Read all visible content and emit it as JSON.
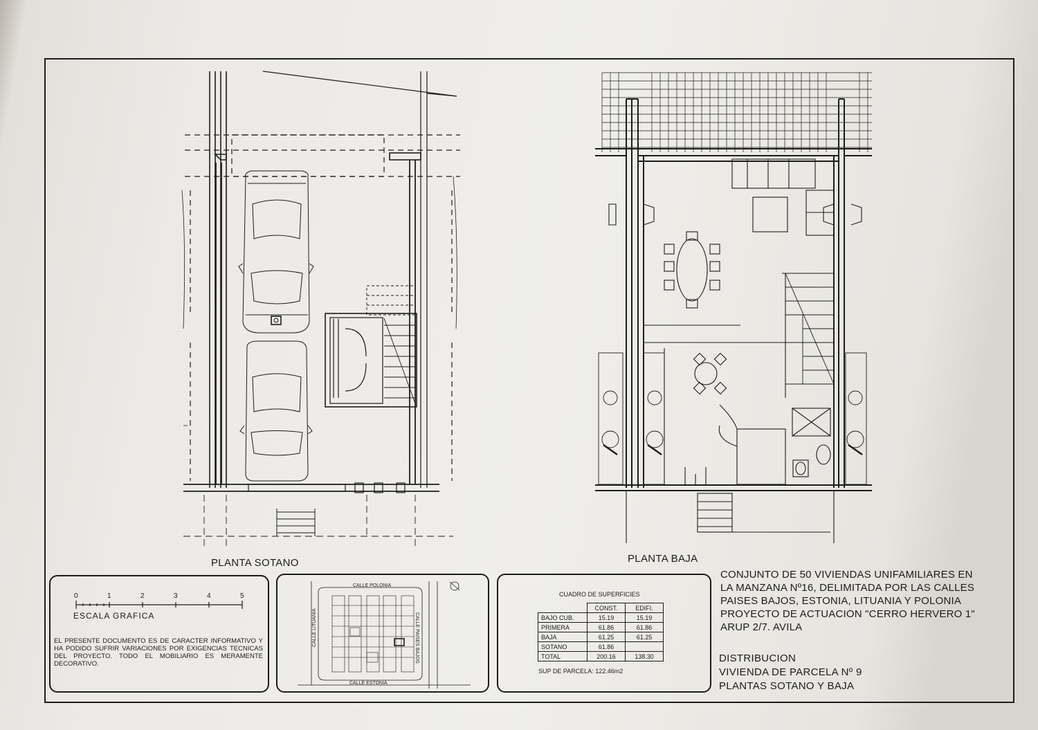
{
  "plans": {
    "sotano_label": "PLANTA SOTANO",
    "baja_label": "PLANTA BAJA"
  },
  "scale": {
    "ticks": [
      "0",
      "1",
      "2",
      "3",
      "4",
      "5"
    ],
    "label": "ESCALA GRAFICA"
  },
  "disclaimer": "EL PRESENTE DOCUMENTO ES DE CARACTER INFORMATIVO Y HA PODIDO SUFRIR VARIACIONES POR EXIGENCIAS TECNICAS DEL PROYECTO. TODO EL MOBILIARIO ES MERAMENTE DECORATIVO.",
  "location_map": {
    "street_north": "CALLE POLONIA",
    "street_south": "CALLE ESTONIA",
    "street_west": "CALLE LITUANIA",
    "street_east": "CALLE PAISES BAJOS"
  },
  "surfaces": {
    "title": "CUADRO DE SUPERFICIES",
    "headers": [
      "",
      "CONST.",
      "EDIFI."
    ],
    "rows": [
      {
        "label": "BAJO CUB.",
        "const": "15.19",
        "edifi": "15.19"
      },
      {
        "label": "PRIMERA",
        "const": "61.86",
        "edifi": "61.86"
      },
      {
        "label": "BAJA",
        "const": "61.25",
        "edifi": "61.25"
      },
      {
        "label": "SOTANO",
        "const": "61.86",
        "edifi": ""
      },
      {
        "label": "TOTAL",
        "const": "200.16",
        "edifi": "138.30"
      }
    ],
    "parcela": "SUP DE PARCELA: 122.46m2"
  },
  "title_block": {
    "lines": [
      "CONJUNTO DE 50 VIVIENDAS UNIFAMILIARES EN",
      "LA MANZANA Nº16, DELIMITADA POR LAS CALLES",
      "PAISES BAJOS, ESTONIA, LITUANIA Y POLONIA",
      "PROYECTO DE ACTUACION \"CERRO HERVERO 1\"",
      "ARUP 2/7. AVILA"
    ],
    "sub_lines": [
      "DISTRIBUCION",
      "VIVIENDA DE PARCELA Nº 9",
      "PLANTAS SOTANO Y BAJA"
    ]
  }
}
